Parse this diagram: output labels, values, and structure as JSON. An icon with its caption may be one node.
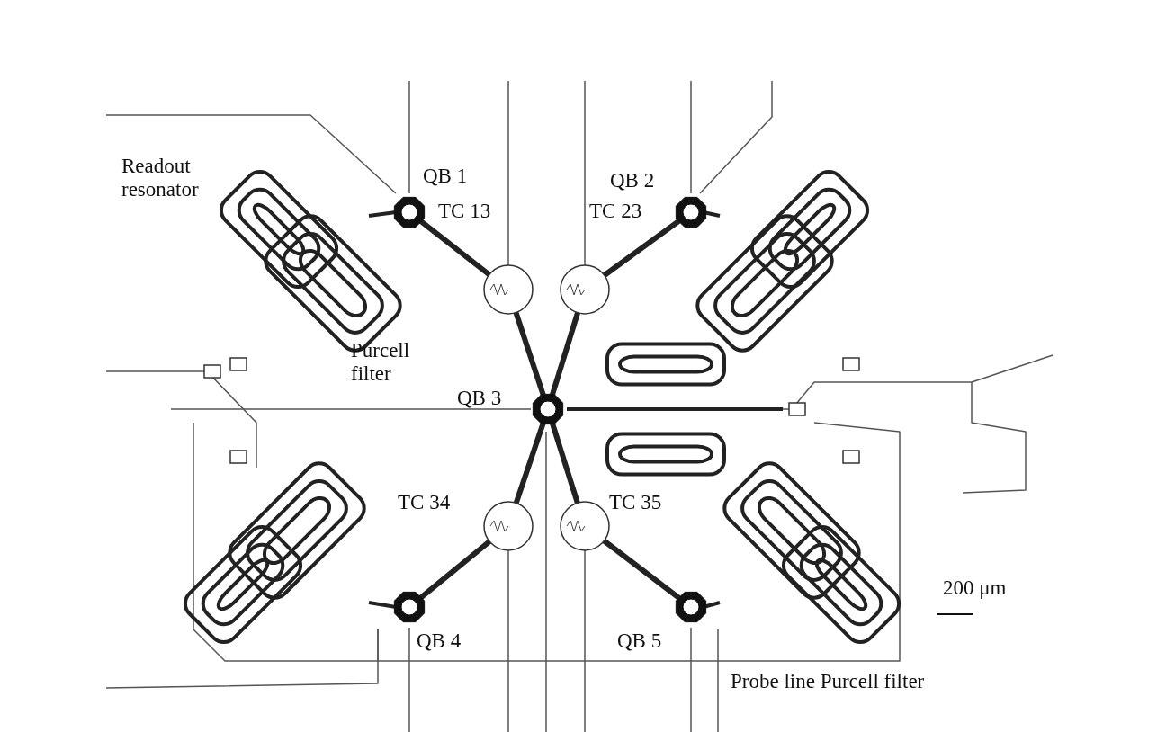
{
  "diagram": {
    "labels": [
      "Readout resonator",
      "QB 1",
      "TC 13",
      "QB 2",
      "TC 23",
      "Purcell filter",
      "QB 3",
      "TC 34",
      "TC 35",
      "QB 4",
      "QB 5",
      "200 μm",
      "Probe line Purcell filter"
    ]
  }
}
